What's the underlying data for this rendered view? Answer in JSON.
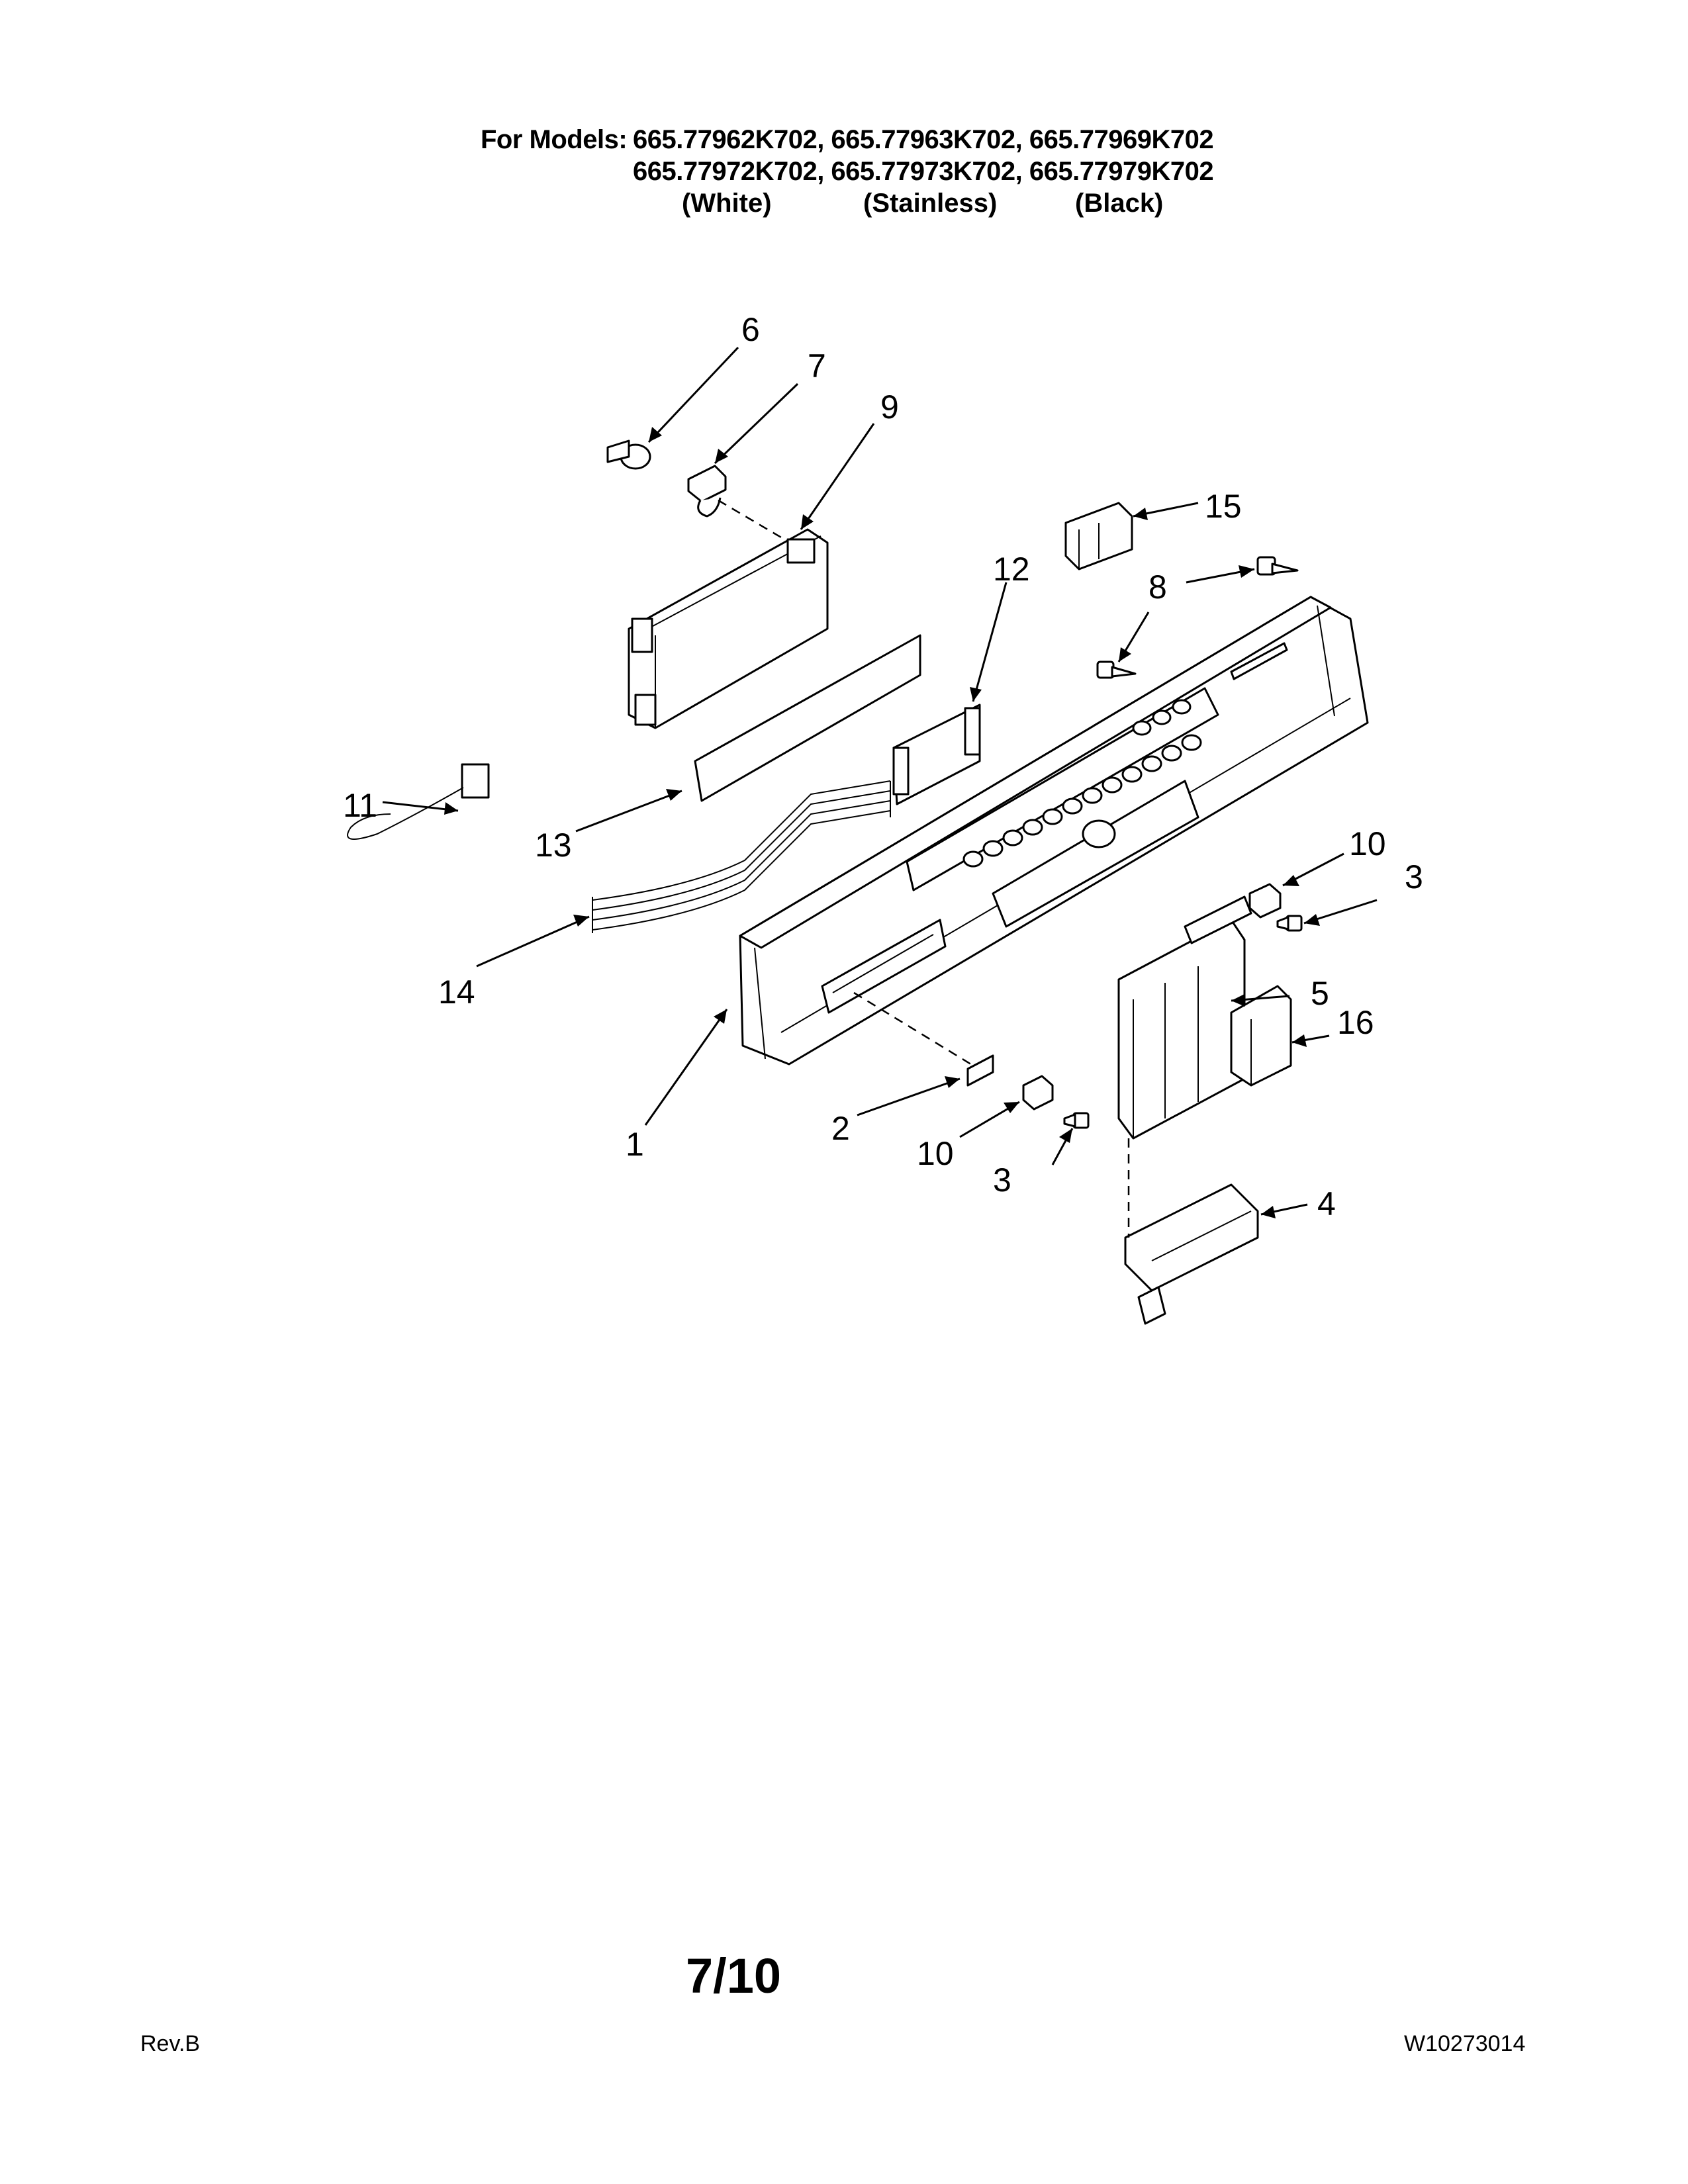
{
  "header": {
    "label": "For Models:",
    "models_line_1": "665.77962K702, 665.77963K702, 665.77969K702",
    "models_line_2": "665.77972K702, 665.77973K702, 665.77979K702",
    "variants": [
      "(White)",
      "(Stainless)",
      "(Black)"
    ]
  },
  "callouts": {
    "c1": "1",
    "c2": "2",
    "c3a": "3",
    "c3b": "3",
    "c4": "4",
    "c5": "5",
    "c6": "6",
    "c7": "7",
    "c8": "8",
    "c9": "9",
    "c10a": "10",
    "c10b": "10",
    "c11": "11",
    "c12": "12",
    "c13": "13",
    "c14": "14",
    "c15": "15",
    "c16": "16"
  },
  "footer": {
    "page": "7/10",
    "revision": "Rev.B",
    "document_number": "W10273014"
  }
}
